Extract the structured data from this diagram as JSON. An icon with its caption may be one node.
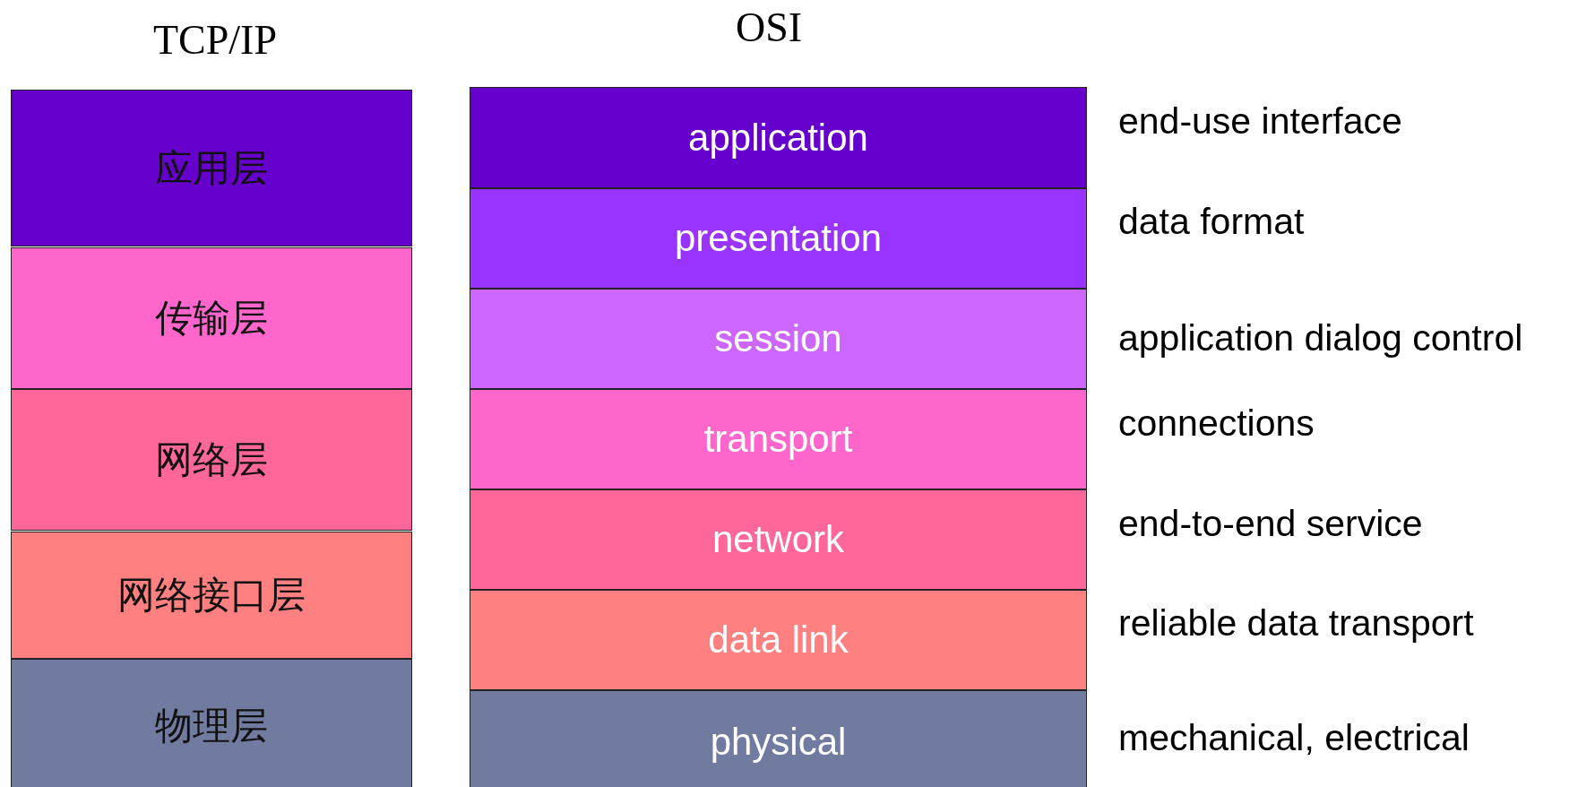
{
  "diagram": {
    "nodes": [
      {
        "text": [
          "应用层"
        ]
      },
      {
        "text": [
          "传输层"
        ]
      },
      {
        "text": [
          "网络层"
        ]
      },
      {
        "text": [
          "网络接口层"
        ]
      },
      {
        "text": [
          "物理层"
        ]
      },
      {
        "text": [
          "application"
        ],
        "beside": [
          "end-use interface"
        ]
      },
      {
        "text": [
          "presentation"
        ],
        "beside": [
          "data format"
        ]
      },
      {
        "text": [
          "session"
        ],
        "beside": [
          "application dialog control"
        ]
      },
      {
        "text": [
          "transport"
        ],
        "beside": [
          "connections"
        ]
      },
      {
        "text": [
          "network"
        ],
        "beside": [
          "end-to-end service"
        ]
      },
      {
        "text": [
          "data link"
        ],
        "beside": [
          "reliable data transport"
        ]
      },
      {
        "text": [
          "physical"
        ],
        "beside": [
          "mechanical, electrical"
        ]
      }
    ],
    "edges": [],
    "labels": [
      "TCP/IP",
      "OSI"
    ]
  }
}
